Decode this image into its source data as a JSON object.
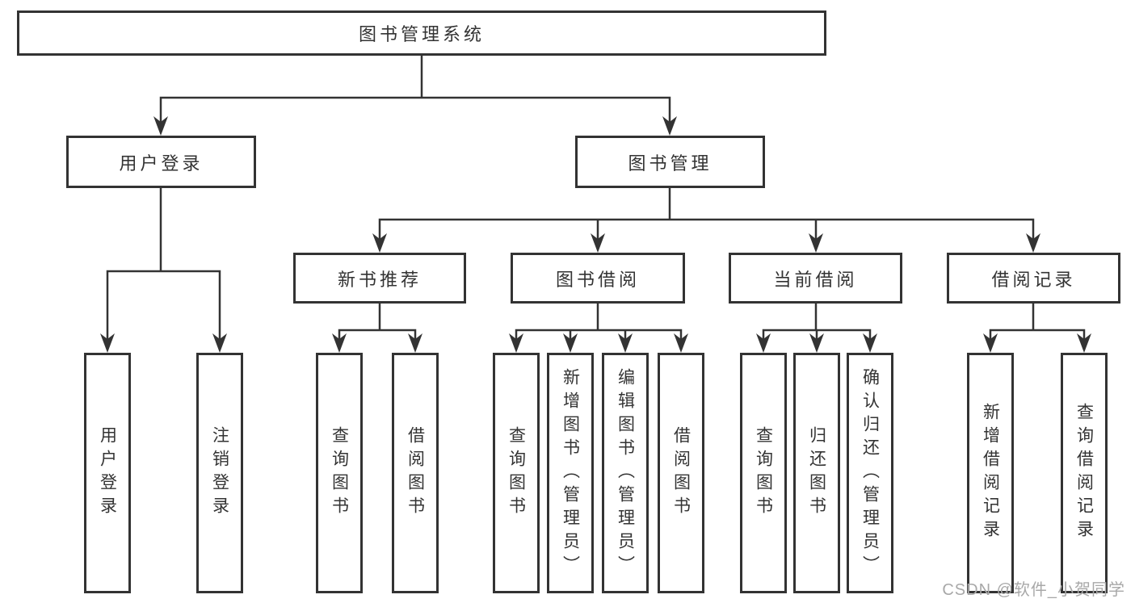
{
  "diagram": {
    "root": {
      "label": "图书管理系统"
    },
    "level2": [
      {
        "label": "用户登录"
      },
      {
        "label": "图书管理"
      }
    ],
    "level3": [
      {
        "label": "新书推荐"
      },
      {
        "label": "图书借阅"
      },
      {
        "label": "当前借阅"
      },
      {
        "label": "借阅记录"
      }
    ],
    "leaves": {
      "user_login": [
        "用户登录",
        "注销登录"
      ],
      "new_book": [
        "查询图书",
        "借阅图书"
      ],
      "book_borrow": [
        "查询图书",
        "新增图书（管理员）",
        "编辑图书（管理员）",
        "借阅图书"
      ],
      "current_borrow": [
        "查询图书",
        "归还图书",
        "确认归还（管理员）"
      ],
      "borrow_records": [
        "新增借阅记录",
        "查询借阅记录"
      ]
    }
  },
  "watermark": {
    "text": "CSDN @软件_小贺同学"
  },
  "colors": {
    "line": "#333333",
    "box_border": "#333333",
    "text": "#333333",
    "watermark": "#a8a8a8",
    "background": "#ffffff"
  }
}
